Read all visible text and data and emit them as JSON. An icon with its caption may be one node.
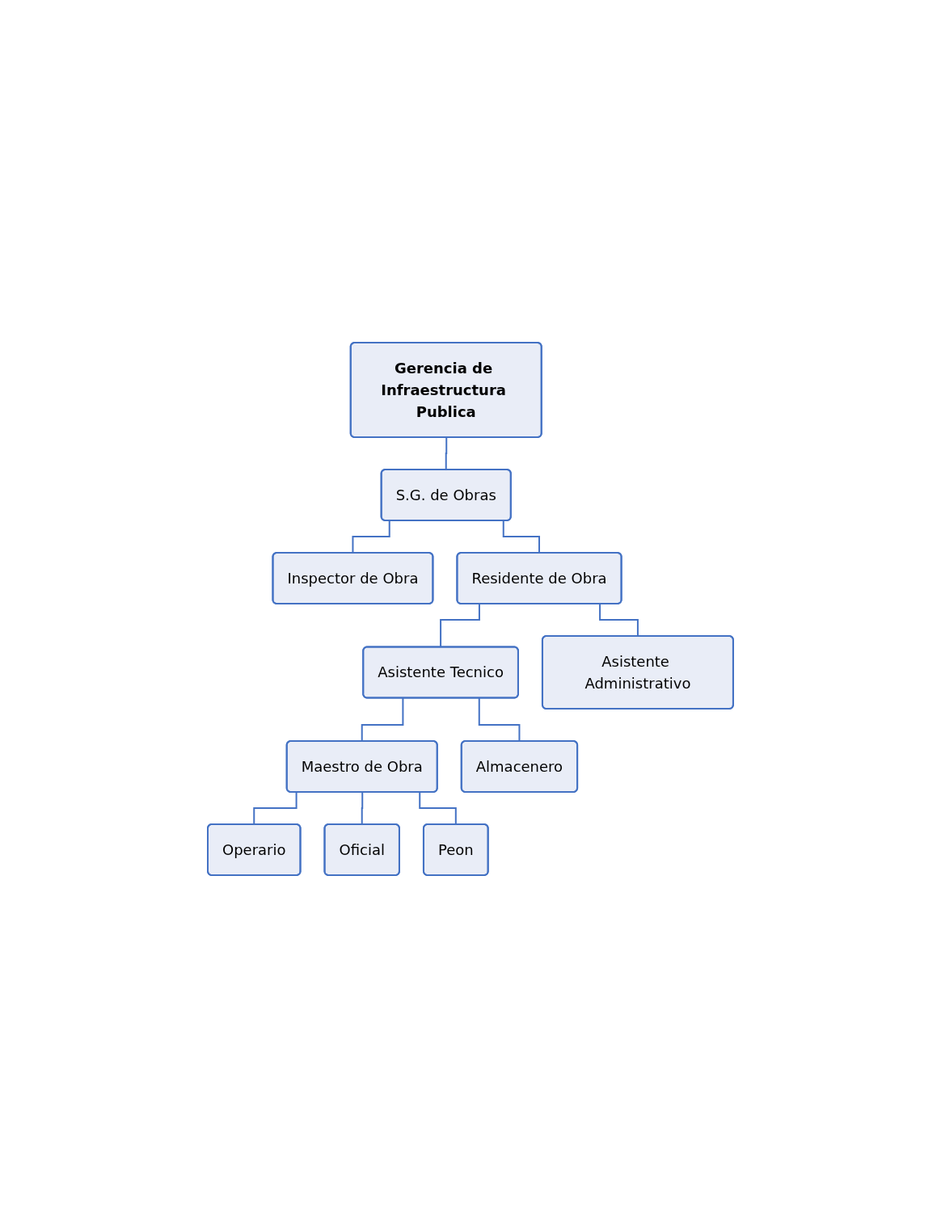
{
  "diagram": {
    "nodes": [
      {
        "text": [
          "Gerencia de Infraestructura Publica"
        ]
      },
      {
        "text": [
          "S.G. de Obras"
        ]
      },
      {
        "text": [
          "Inspector de Obra"
        ]
      },
      {
        "text": [
          "Residente de Obra"
        ]
      },
      {
        "text": [
          "Asistente Tecnico"
        ]
      },
      {
        "text": [
          "Asistente Administrativo"
        ]
      },
      {
        "text": [
          "Maestro de Obra"
        ]
      },
      {
        "text": [
          "Almacenero"
        ]
      },
      {
        "text": [
          "Operario"
        ]
      },
      {
        "text": [
          "Oficial"
        ]
      },
      {
        "text": [
          "Peon"
        ]
      }
    ],
    "edges": [
      {
        "from": 0,
        "to": 1,
        "arrow": "none"
      },
      {
        "from": 1,
        "to": 2,
        "arrow": "none"
      },
      {
        "from": 1,
        "to": 3,
        "arrow": "none"
      },
      {
        "from": 3,
        "to": 4,
        "arrow": "none"
      },
      {
        "from": 3,
        "to": 5,
        "arrow": "none"
      },
      {
        "from": 4,
        "to": 6,
        "arrow": "none"
      },
      {
        "from": 4,
        "to": 7,
        "arrow": "none"
      },
      {
        "from": 6,
        "to": 8,
        "arrow": "none"
      },
      {
        "from": 6,
        "to": 9,
        "arrow": "none"
      },
      {
        "from": 6,
        "to": 10,
        "arrow": "none"
      }
    ]
  }
}
